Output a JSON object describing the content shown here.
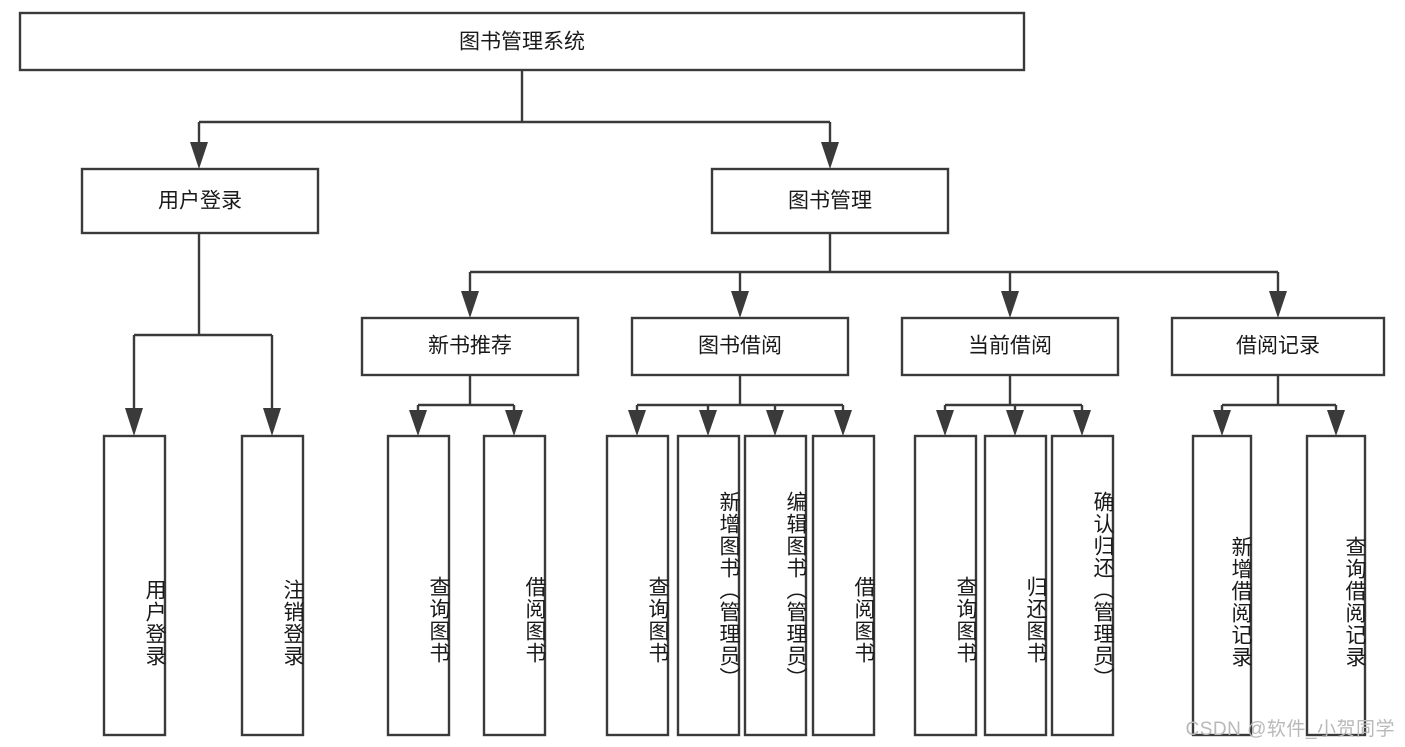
{
  "diagram": {
    "title": "图书管理系统",
    "type": "hierarchy-tree",
    "watermark": "CSDN @软件_小贺同学",
    "colors": {
      "stroke": "#3a3a3a",
      "fill": "#ffffff",
      "text": "#1a1a1a",
      "watermark": "#b9b9b9",
      "background": "#ffffff"
    },
    "levels": {
      "root": {
        "label": "图书管理系统",
        "orientation": "horizontal"
      },
      "level2": [
        {
          "id": "user-login",
          "label": "用户登录",
          "orientation": "horizontal"
        },
        {
          "id": "book-manage",
          "label": "图书管理",
          "orientation": "horizontal"
        }
      ],
      "level3": [
        {
          "id": "new-book-recommend",
          "label": "新书推荐",
          "orientation": "horizontal",
          "parent": "book-manage"
        },
        {
          "id": "book-borrow",
          "label": "图书借阅",
          "orientation": "horizontal",
          "parent": "book-manage"
        },
        {
          "id": "current-borrow",
          "label": "当前借阅",
          "orientation": "horizontal",
          "parent": "book-manage"
        },
        {
          "id": "borrow-record",
          "label": "借阅记录",
          "orientation": "horizontal",
          "parent": "book-manage"
        }
      ],
      "leaves": [
        {
          "id": "leaf-user-login",
          "label": "用户登录",
          "parent": "user-login"
        },
        {
          "id": "leaf-user-logout",
          "label": "注销登录",
          "parent": "user-login"
        },
        {
          "id": "leaf-query-book-1",
          "label": "查询图书",
          "parent": "new-book-recommend"
        },
        {
          "id": "leaf-borrow-book-1",
          "label": "借阅图书",
          "parent": "new-book-recommend"
        },
        {
          "id": "leaf-query-book-2",
          "label": "查询图书",
          "parent": "book-borrow"
        },
        {
          "id": "leaf-add-book",
          "label": "新增图书（管理员）",
          "parent": "book-borrow"
        },
        {
          "id": "leaf-edit-book",
          "label": "编辑图书（管理员）",
          "parent": "book-borrow"
        },
        {
          "id": "leaf-borrow-book-2",
          "label": "借阅图书",
          "parent": "book-borrow"
        },
        {
          "id": "leaf-query-book-3",
          "label": "查询图书",
          "parent": "current-borrow"
        },
        {
          "id": "leaf-return-book",
          "label": "归还图书",
          "parent": "current-borrow"
        },
        {
          "id": "leaf-confirm-return",
          "label": "确认归还（管理员）",
          "parent": "current-borrow"
        },
        {
          "id": "leaf-add-record",
          "label": "新增借阅记录",
          "parent": "borrow-record"
        },
        {
          "id": "leaf-query-record",
          "label": "查询借阅记录",
          "parent": "borrow-record"
        }
      ]
    }
  }
}
